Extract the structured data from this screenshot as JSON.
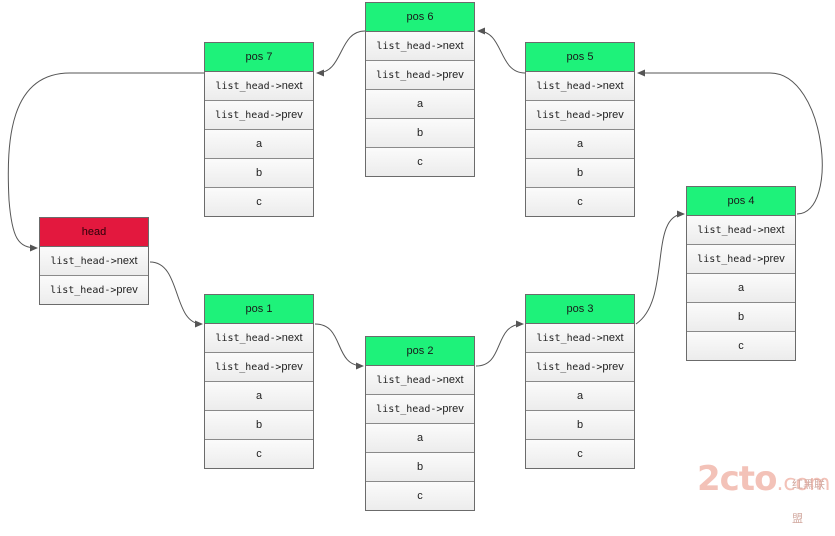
{
  "nodes": {
    "head": {
      "title": "head",
      "next_prefix": "list_head->",
      "next_suffix": "next",
      "prev_prefix": "list_head->",
      "prev_suffix": "prev"
    },
    "pos1": {
      "title": "pos 1",
      "next_prefix": "list_head->",
      "next_suffix": "next",
      "prev_prefix": "list_head->",
      "prev_suffix": "prev",
      "a": "a",
      "b": "b",
      "c": "c"
    },
    "pos2": {
      "title": "pos 2",
      "next_prefix": "list_head->",
      "next_suffix": "next",
      "prev_prefix": "list_head->",
      "prev_suffix": "prev",
      "a": "a",
      "b": "b",
      "c": "c"
    },
    "pos3": {
      "title": "pos 3",
      "next_prefix": "list_head->",
      "next_suffix": "next",
      "prev_prefix": "list_head->",
      "prev_suffix": "prev",
      "a": "a",
      "b": "b",
      "c": "c"
    },
    "pos4": {
      "title": "pos 4",
      "next_prefix": "list_head->",
      "next_suffix": "next",
      "prev_prefix": "list_head->",
      "prev_suffix": "prev",
      "a": "a",
      "b": "b",
      "c": "c"
    },
    "pos5": {
      "title": "pos 5",
      "next_prefix": "list_head->",
      "next_suffix": "next",
      "prev_prefix": "list_head->",
      "prev_suffix": "prev",
      "a": "a",
      "b": "b",
      "c": "c"
    },
    "pos6": {
      "title": "pos 6",
      "next_prefix": "list_head->",
      "next_suffix": "next",
      "prev_prefix": "list_head->",
      "prev_suffix": "prev",
      "a": "a",
      "b": "b",
      "c": "c"
    },
    "pos7": {
      "title": "pos 7",
      "next_prefix": "list_head->",
      "next_suffix": "next",
      "prev_prefix": "list_head->",
      "prev_suffix": "prev",
      "a": "a",
      "b": "b",
      "c": "c"
    }
  },
  "watermark": {
    "brand": "2cto",
    "tld": ".com",
    "sub": "红黑联盟"
  },
  "colors": {
    "node_header": "#1ef27a",
    "head_header": "#e3183e",
    "edge": "#555555"
  }
}
